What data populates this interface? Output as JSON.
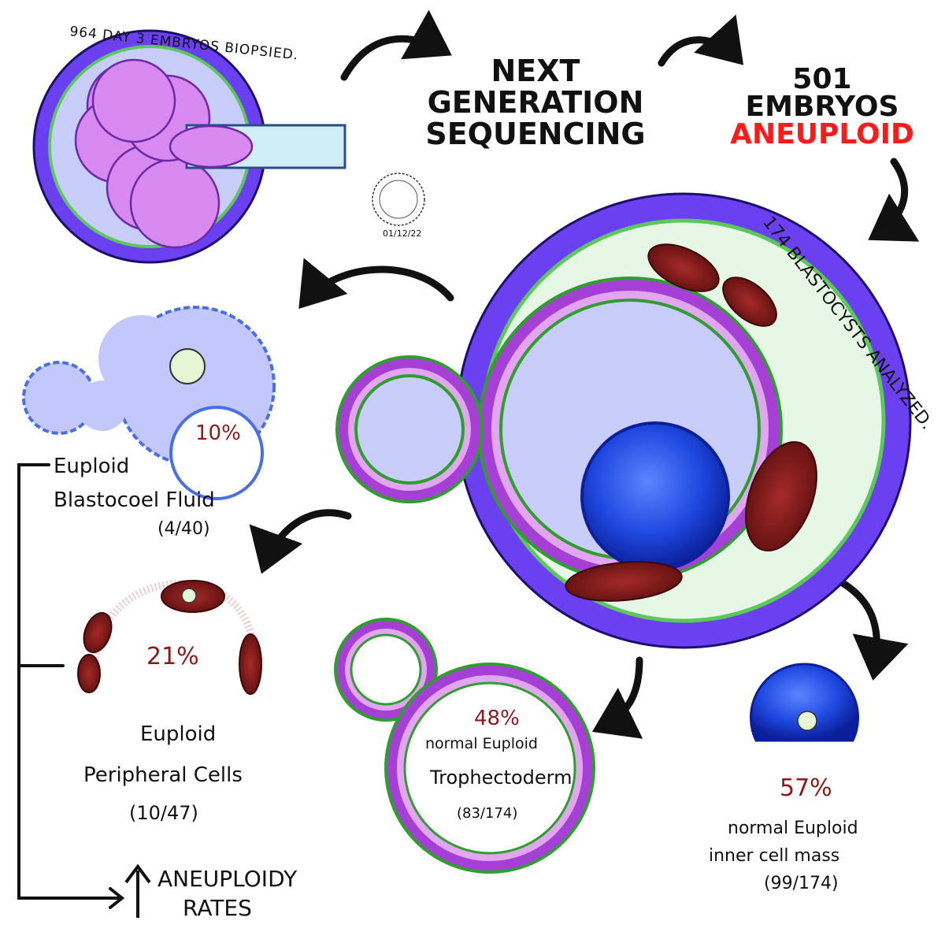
{
  "embryos_biopsied": "964 DAY 3 EMBRYOS BIOPSIED.",
  "ngs": {
    "line1": "NEXT",
    "line2": "GENERATION",
    "line3": "SEQUENCING"
  },
  "aneuploid": {
    "line1": "501",
    "line2": "EMBRYOS",
    "line3": "ANEUPLOID"
  },
  "blastocysts": "174 BLASTOCYSTS ANALYZED.",
  "signature": {
    "date": "01/12/22"
  },
  "blastocoel": {
    "percent": "10%",
    "line1": "Euploid",
    "line2": "Blastocoel Fluid",
    "ratio": "(4/40)"
  },
  "peripheral": {
    "percent": "21%",
    "line1": "Euploid",
    "line2": "Peripheral Cells",
    "ratio": "(10/47)"
  },
  "trophectoderm": {
    "percent": "48%",
    "line1": "normal Euploid",
    "line2": "Trophectoderm",
    "ratio": "(83/174)"
  },
  "icm": {
    "percent": "57%",
    "line1": "normal Euploid",
    "line2": "inner cell mass",
    "ratio": "(99/174)"
  },
  "aneuploidy_rates": {
    "line1": "ANEUPLOIDY",
    "line2": "RATES"
  },
  "colors": {
    "zona": "#6b40f0",
    "membrane": "#5cc85c",
    "cavity": "#c8cdfa",
    "blastomere": "#d98af0",
    "trophectoderm_dark": "#a63fd6",
    "trophectoderm_light": "#e2a6f0",
    "icm": "#1a3fd6",
    "peripheral": "#7a1616",
    "fluid": "#c2c8fb",
    "fluid_edge": "#4a6de8",
    "accent_red": "#ff1a1a"
  }
}
